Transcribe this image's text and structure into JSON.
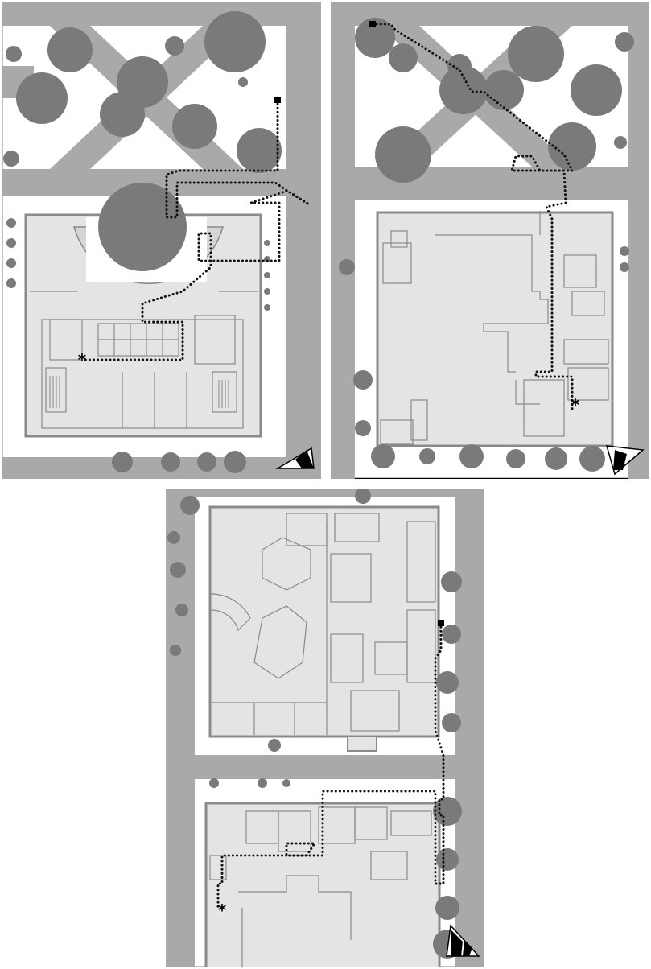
{
  "figure": {
    "panels": [
      {
        "id": "panel-1",
        "route": "dotted-route",
        "start_marker": "square",
        "end_marker": "asterisk",
        "north_arrow": "north-arrow"
      },
      {
        "id": "panel-2",
        "route": "dotted-route",
        "start_marker": "square",
        "end_marker": "asterisk",
        "north_arrow": "north-arrow"
      },
      {
        "id": "panel-3",
        "route": "dotted-route",
        "start_marker": "square",
        "end_marker": "asterisk",
        "north_arrow": "north-arrow"
      }
    ]
  },
  "colors": {
    "road": "#a9a9a9",
    "building_fill": "#e4e4e4",
    "building_outline": "#8a8a8a",
    "tree": "#7a7a7a",
    "route": "#111111",
    "frame": "#000000",
    "ground": "#ffffff"
  },
  "icons": {
    "start": "square-marker",
    "destination": "asterisk-marker",
    "orientation": "north-arrow-icon",
    "vegetation": "tree-icon"
  }
}
